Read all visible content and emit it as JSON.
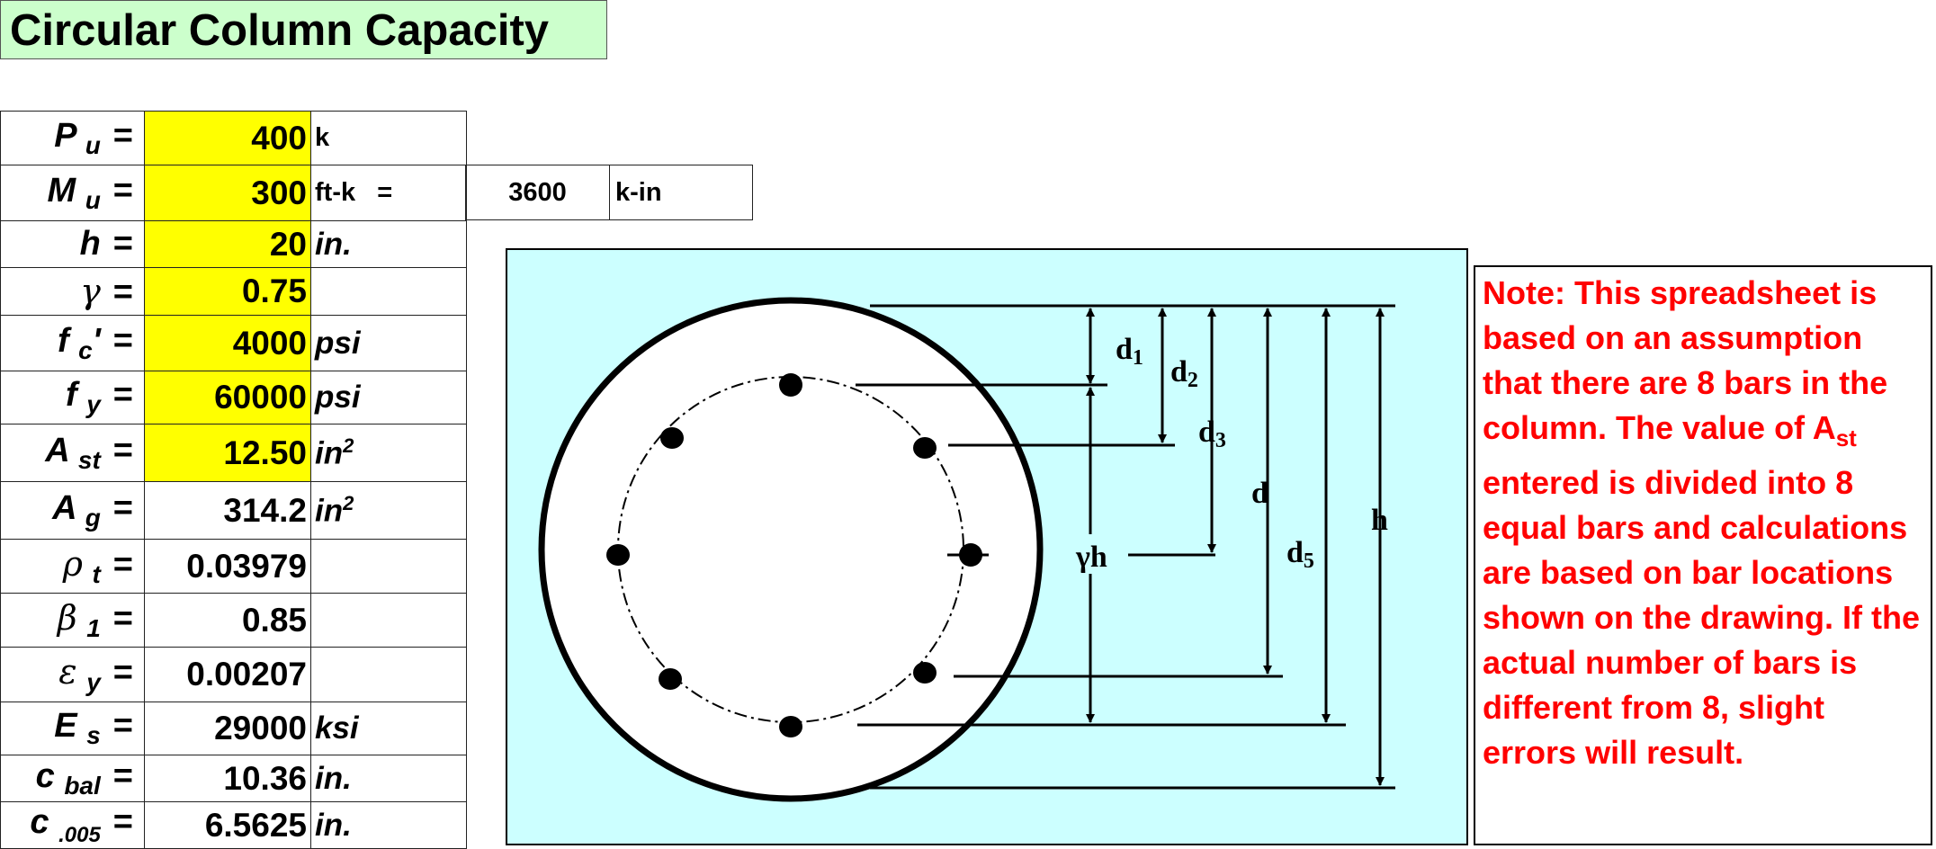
{
  "title": "Circular Column Capacity",
  "inputs": [
    {
      "sym": "P",
      "sub": "u",
      "value": "400",
      "unit": "k"
    },
    {
      "sym": "M",
      "sub": "u",
      "value": "300",
      "unit": "ft-k"
    },
    {
      "sym": "h",
      "sub": "",
      "value": "20",
      "unit": "in."
    },
    {
      "sym": "γ",
      "sub": "",
      "value": "0.75",
      "unit": ""
    },
    {
      "sym": "f",
      "sub": "c",
      "sup": "'",
      "value": "4000",
      "unit": "psi"
    },
    {
      "sym": "f",
      "sub": "y",
      "value": "60000",
      "unit": "psi"
    },
    {
      "sym": "A",
      "sub": "st",
      "value": "12.50",
      "unit": "in",
      "unit_sup": "2"
    },
    {
      "sym": "A",
      "sub": "g",
      "value": "314.2",
      "unit": "in",
      "unit_sup": "2"
    },
    {
      "sym": "ρ",
      "sub": "t",
      "value": "0.03979",
      "unit": ""
    },
    {
      "sym": "β",
      "sub": "1",
      "value": "0.85",
      "unit": ""
    },
    {
      "sym": "ε",
      "sub": "y",
      "value": "0.00207",
      "unit": ""
    },
    {
      "sym": "E",
      "sub": "s",
      "value": "29000",
      "unit": "ksi"
    },
    {
      "sym": "c",
      "sub": "bal",
      "value": "10.36",
      "unit": "in."
    },
    {
      "sym": "c",
      "sub": ".005",
      "value": "6.5625",
      "unit": "in."
    }
  ],
  "eq": "=",
  "moment_conversion": {
    "value": "3600",
    "unit": "k-in"
  },
  "diagram_labels": {
    "d1": "d",
    "d1s": "1",
    "d2": "d",
    "d2s": "2",
    "d3": "d",
    "d3s": "3",
    "d": "d",
    "d5": "d",
    "d5s": "5",
    "h": "h",
    "gh": "γh"
  },
  "note": "Note: This spreadsheet is based on an assumption that there are 8 bars in the column.  The value of A",
  "note_sub": "st",
  "note_rest": " entered is divided into 8 equal bars and calculations are based on bar locations shown on the drawing. If the actual number of bars is different from 8, slight errors will result.",
  "colors": {
    "input": "#ffff00",
    "title_bg": "#ccffcc",
    "diagram_bg": "#ccffff",
    "note": "#ff0000"
  }
}
